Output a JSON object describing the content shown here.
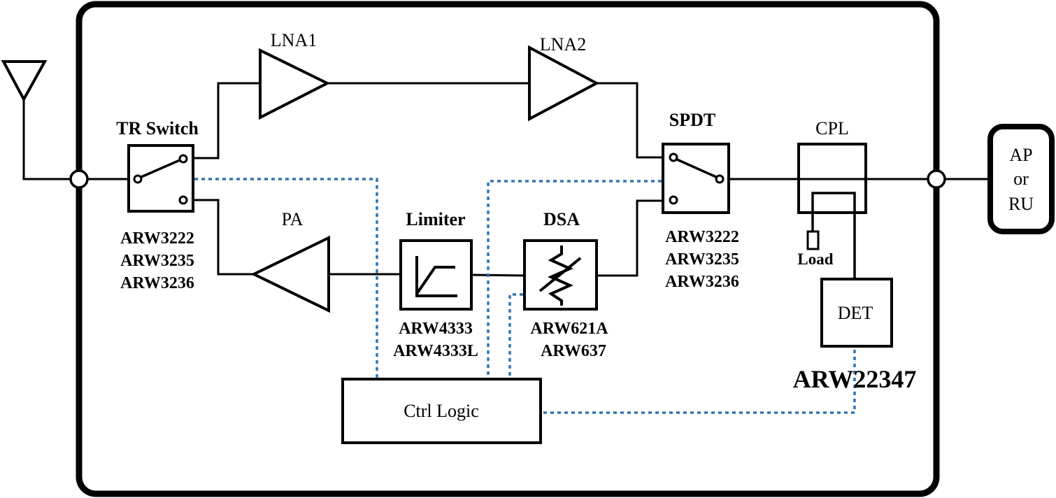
{
  "diagram": {
    "type": "rf-front-end-block-diagram",
    "colors": {
      "wire": "#000000",
      "control_line": "#2e75b6",
      "background": "#ffffff"
    },
    "antenna": {
      "name": "antenna"
    },
    "external": {
      "line1": "AP",
      "line2": "or",
      "line3": "RU"
    },
    "blocks": {
      "tr_switch": {
        "label": "TR Switch",
        "parts": [
          "ARW3222",
          "ARW3235",
          "ARW3236"
        ]
      },
      "lna1": {
        "label": "LNA1"
      },
      "lna2": {
        "label": "LNA2"
      },
      "pa": {
        "label": "PA"
      },
      "limiter": {
        "label": "Limiter",
        "parts": [
          "ARW4333",
          "ARW4333L"
        ]
      },
      "dsa": {
        "label": "DSA",
        "parts": [
          "ARW621A",
          "ARW637"
        ]
      },
      "spdt": {
        "label": "SPDT",
        "parts": [
          "ARW3222",
          "ARW3235",
          "ARW3236"
        ]
      },
      "cpl": {
        "label": "CPL"
      },
      "load": {
        "label": "Load"
      },
      "det": {
        "label": "DET",
        "part": "ARW22347"
      },
      "ctrl": {
        "label": "Ctrl Logic"
      }
    },
    "connections": [
      [
        "antenna",
        "tr_switch"
      ],
      [
        "tr_switch",
        "lna1"
      ],
      [
        "lna1",
        "lna2"
      ],
      [
        "lna2",
        "spdt"
      ],
      [
        "tr_switch",
        "pa"
      ],
      [
        "limiter",
        "pa"
      ],
      [
        "dsa",
        "limiter"
      ],
      [
        "spdt",
        "dsa"
      ],
      [
        "spdt",
        "cpl"
      ],
      [
        "cpl",
        "ap_or_ru"
      ],
      [
        "cpl",
        "load"
      ],
      [
        "cpl",
        "det"
      ]
    ],
    "control_connections": [
      [
        "ctrl",
        "tr_switch"
      ],
      [
        "ctrl",
        "spdt"
      ],
      [
        "ctrl",
        "dsa"
      ],
      [
        "ctrl",
        "det"
      ]
    ]
  }
}
